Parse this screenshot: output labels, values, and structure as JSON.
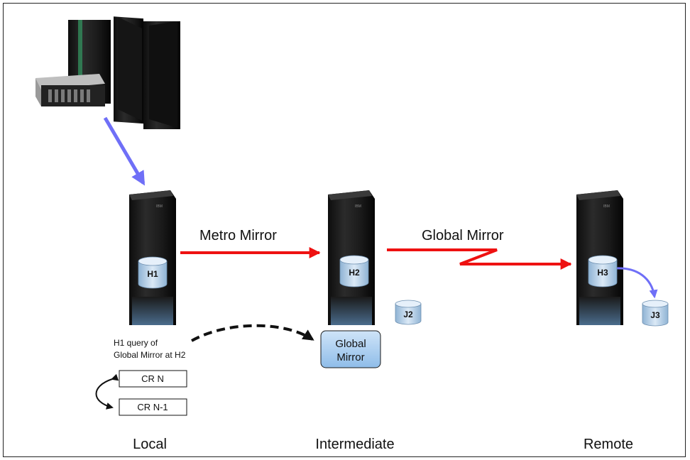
{
  "arrows": {
    "metro_mirror_label": "Metro Mirror",
    "global_mirror_label": "Global Mirror"
  },
  "volumes": {
    "h1": "H1",
    "h2": "H2",
    "h3": "H3",
    "j2": "J2",
    "j3": "J3"
  },
  "query_note": {
    "line1": "H1 query of",
    "line2": "Global Mirror at H2"
  },
  "global_mirror_box": {
    "line1": "Global",
    "line2": "Mirror"
  },
  "consistency_records": {
    "current": "CR N",
    "previous": "CR N-1"
  },
  "sites": {
    "local": "Local",
    "intermediate": "Intermediate",
    "remote": "Remote"
  },
  "colors": {
    "replication_arrow": "#ee1111",
    "host_arrow": "#6f6ff7",
    "global_mirror_box_fill": "#a9cdf2",
    "cylinder": "#b6d2ea"
  }
}
